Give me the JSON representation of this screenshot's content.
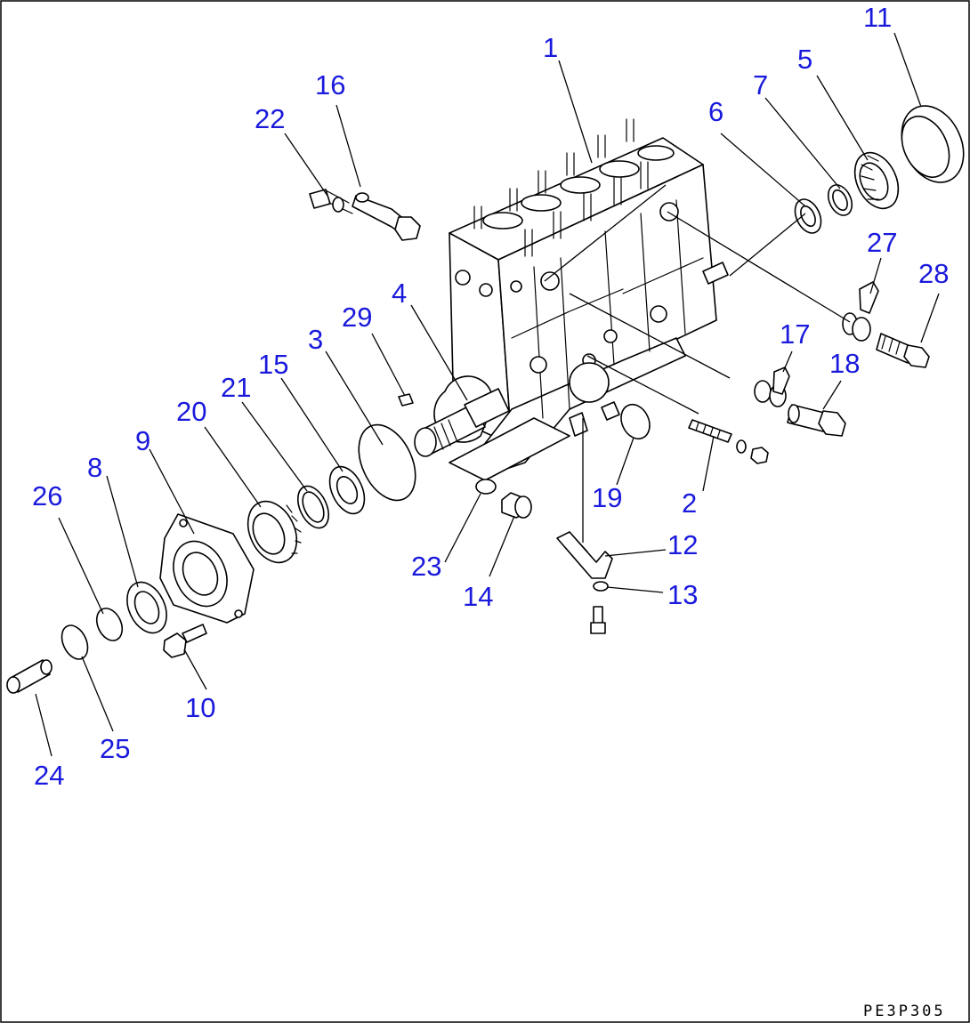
{
  "callouts": [
    {
      "id": "c1",
      "label": "1"
    },
    {
      "id": "c2",
      "label": "2"
    },
    {
      "id": "c3",
      "label": "3"
    },
    {
      "id": "c4",
      "label": "4"
    },
    {
      "id": "c5",
      "label": "5"
    },
    {
      "id": "c6",
      "label": "6"
    },
    {
      "id": "c7",
      "label": "7"
    },
    {
      "id": "c8",
      "label": "8"
    },
    {
      "id": "c9",
      "label": "9"
    },
    {
      "id": "c10",
      "label": "10"
    },
    {
      "id": "c11",
      "label": "11"
    },
    {
      "id": "c12",
      "label": "12"
    },
    {
      "id": "c13",
      "label": "13"
    },
    {
      "id": "c14",
      "label": "14"
    },
    {
      "id": "c15",
      "label": "15"
    },
    {
      "id": "c16",
      "label": "16"
    },
    {
      "id": "c17",
      "label": "17"
    },
    {
      "id": "c18",
      "label": "18"
    },
    {
      "id": "c19",
      "label": "19"
    },
    {
      "id": "c20",
      "label": "20"
    },
    {
      "id": "c21",
      "label": "21"
    },
    {
      "id": "c22",
      "label": "22"
    },
    {
      "id": "c23",
      "label": "23"
    },
    {
      "id": "c24",
      "label": "24"
    },
    {
      "id": "c25",
      "label": "25"
    },
    {
      "id": "c26",
      "label": "26"
    },
    {
      "id": "c27",
      "label": "27"
    },
    {
      "id": "c28",
      "label": "28"
    },
    {
      "id": "c29",
      "label": "29"
    }
  ],
  "drawing_code": "PE3P305",
  "colors": {
    "callout": "#1a1adc",
    "line": "#000000",
    "background": "#ffffff"
  }
}
